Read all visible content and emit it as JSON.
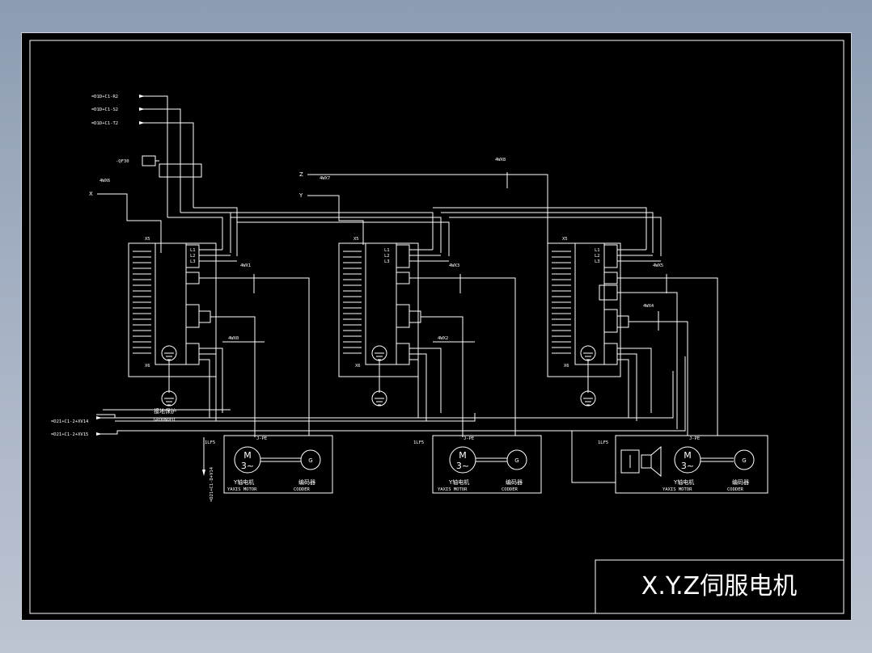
{
  "title_block": {
    "title": "X.Y.Z伺服电机"
  },
  "power_inputs": [
    "=D1D+C1-R2",
    "=D1D+C1-S2",
    "=D1D+C1-T2"
  ],
  "breaker": {
    "label": "-QF30"
  },
  "axis_inputs": [
    {
      "name": "X",
      "wire": "4WX6"
    },
    {
      "name": "Z",
      "wire": "4WX7"
    },
    {
      "name": "Y",
      "wire": ""
    }
  ],
  "wire_labels": [
    "4WX8",
    "4WX1",
    "4WX0",
    "4WX3",
    "4WX2",
    "4WX5",
    "4WX4"
  ],
  "drives": [
    {
      "top": "X5",
      "bottom": "X6",
      "phases": [
        "L1",
        "L2",
        "L3"
      ]
    },
    {
      "top": "X5",
      "bottom": "X6",
      "phases": [
        "L1",
        "L2",
        "L3"
      ]
    },
    {
      "top": "X5",
      "bottom": "X6",
      "phases": [
        "L1",
        "L2",
        "L3"
      ]
    }
  ],
  "ground": {
    "label_cn": "接地保护",
    "label_en": "GROUNDED"
  },
  "bottom_signals": [
    "=D21+C1-2+XV14",
    "=D21+C1-2+XV15",
    "=D21+C1-D+V14"
  ],
  "motors": [
    {
      "cable": "1LF5",
      "plug": "J-PE",
      "motor_symbol": "M",
      "phase": "3~",
      "motor_cn": "Y轴电机",
      "motor_en": "YAXIS MOTOR",
      "encoder_symbol": "G",
      "encoder_cn": "编码器",
      "encoder_en": "CODDER"
    },
    {
      "cable": "1LF5",
      "plug": "J-PE",
      "motor_symbol": "M",
      "phase": "3~",
      "motor_cn": "Y轴电机",
      "motor_en": "YAXIS MOTOR",
      "encoder_symbol": "G",
      "encoder_cn": "编码器",
      "encoder_en": "CODDER"
    },
    {
      "cable": "1LF5",
      "plug": "J-PE",
      "motor_symbol": "M",
      "phase": "3~",
      "motor_cn": "Y轴电机",
      "motor_en": "YAXIS MOTOR",
      "encoder_symbol": "G",
      "encoder_cn": "编码器",
      "encoder_en": "CODDER"
    }
  ],
  "colors": {
    "background": "#000000",
    "line": "#ffffff",
    "frame": "#8d9cb3"
  }
}
